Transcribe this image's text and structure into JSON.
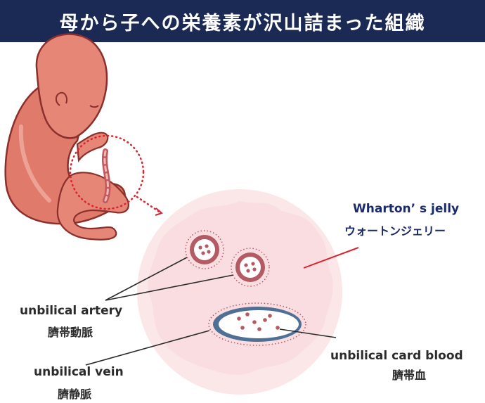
{
  "title": "母から子への栄養素が沢山詰まった組織",
  "labels": {
    "wharton_en": "Wharton’ s jelly",
    "wharton_jp": "ウォートンジェリー",
    "artery_en": "unbilical artery",
    "artery_jp": "臍帯動脈",
    "vein_en": "unbilical vein",
    "vein_jp": "臍静脈",
    "blood_en": "unbilical card blood",
    "blood_jp": "臍帯血"
  },
  "colors": {
    "banner": "#1b2a55",
    "fetus_skin": "#e07a6b",
    "fetus_outline": "#8a2f2c",
    "jelly": "#f9dde0",
    "artery": "#b45a62",
    "vein": "#4f6f94",
    "accent_red": "#d9232f"
  }
}
